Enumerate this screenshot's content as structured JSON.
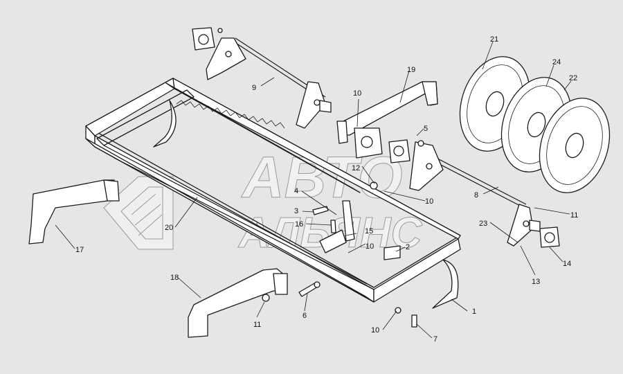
{
  "diagram": {
    "callouts": [
      {
        "id": "1",
        "text": "1"
      },
      {
        "id": "2",
        "text": "2"
      },
      {
        "id": "3",
        "text": "3"
      },
      {
        "id": "4",
        "text": "4"
      },
      {
        "id": "5",
        "text": "5"
      },
      {
        "id": "6",
        "text": "6"
      },
      {
        "id": "7",
        "text": "7"
      },
      {
        "id": "8",
        "text": "8"
      },
      {
        "id": "9",
        "text": "9"
      },
      {
        "id": "10a",
        "text": "10"
      },
      {
        "id": "10b",
        "text": "10"
      },
      {
        "id": "10c",
        "text": "10"
      },
      {
        "id": "10d",
        "text": "10"
      },
      {
        "id": "11a",
        "text": "11"
      },
      {
        "id": "11b",
        "text": "11"
      },
      {
        "id": "12",
        "text": "12"
      },
      {
        "id": "13",
        "text": "13"
      },
      {
        "id": "14",
        "text": "14"
      },
      {
        "id": "15",
        "text": "15"
      },
      {
        "id": "16",
        "text": "16"
      },
      {
        "id": "17",
        "text": "17"
      },
      {
        "id": "18",
        "text": "18"
      },
      {
        "id": "19",
        "text": "19"
      },
      {
        "id": "20",
        "text": "20"
      },
      {
        "id": "21",
        "text": "21"
      },
      {
        "id": "22",
        "text": "22"
      },
      {
        "id": "23",
        "text": "23"
      },
      {
        "id": "24",
        "text": "24"
      }
    ],
    "watermark": {
      "line1": "АВТО",
      "line2": "АЛЬЯНС"
    }
  }
}
